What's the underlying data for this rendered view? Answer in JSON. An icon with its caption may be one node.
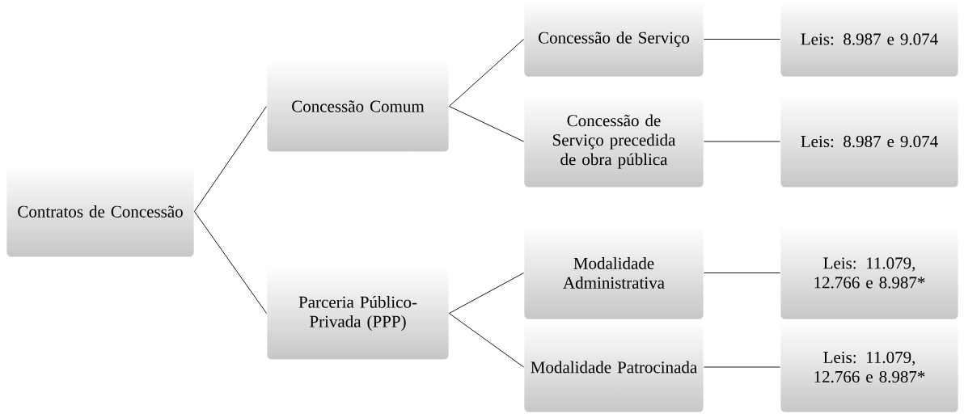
{
  "diagram": {
    "nodes": [
      {
        "text": [
          "Contratos de Concessão"
        ]
      },
      {
        "text": [
          "Concessão Comum"
        ]
      },
      {
        "text": [
          "Parceria Público-Privada (PPP)"
        ]
      },
      {
        "text": [
          "Concessão de Serviço"
        ]
      },
      {
        "text": [
          "Leis: 8.987 e 9.074"
        ]
      },
      {
        "text": [
          "Concessão de Serviço precedida de obra pública"
        ]
      },
      {
        "text": [
          "Leis: 8.987 e 9.074"
        ]
      },
      {
        "text": [
          "Modalidade Administrativa"
        ]
      },
      {
        "text": [
          "Leis: 11.079, 12.766 e 8.987*"
        ]
      },
      {
        "text": [
          "Modalidade Patrocinada"
        ]
      },
      {
        "text": [
          "Leis: 11.079, 12.766 e 8.987*"
        ]
      }
    ],
    "edges": [
      {
        "from": 0,
        "to": 1,
        "arrow": "none"
      },
      {
        "from": 0,
        "to": 2,
        "arrow": "none"
      },
      {
        "from": 1,
        "to": 3,
        "arrow": "none"
      },
      {
        "from": 3,
        "to": 4,
        "arrow": "none"
      },
      {
        "from": 1,
        "to": 5,
        "arrow": "none"
      },
      {
        "from": 5,
        "to": 6,
        "arrow": "none"
      },
      {
        "from": 2,
        "to": 7,
        "arrow": "none"
      },
      {
        "from": 7,
        "to": 8,
        "arrow": "none"
      },
      {
        "from": 2,
        "to": 9,
        "arrow": "none"
      },
      {
        "from": 9,
        "to": 10,
        "arrow": "none"
      }
    ]
  }
}
